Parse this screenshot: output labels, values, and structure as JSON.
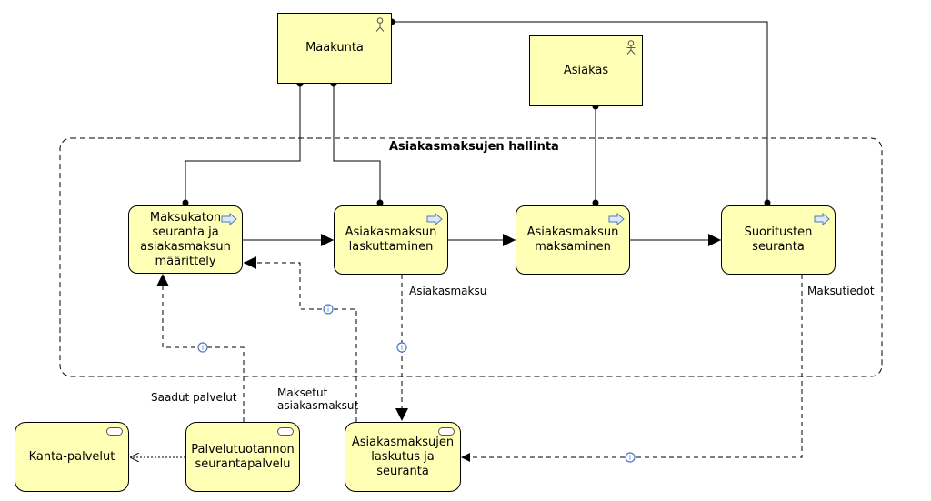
{
  "group": {
    "title": "Asiakasmaksujen hallinta"
  },
  "actors": {
    "maakunta": {
      "label": "Maakunta",
      "icon": "actor-icon"
    },
    "asiakas": {
      "label": "Asiakas",
      "icon": "actor-icon"
    }
  },
  "processes": {
    "maksukaton": {
      "label": "Maksukaton\nseuranta ja\nasiakasmaksun\nmäärittely",
      "icon": "process-arrow-icon"
    },
    "laskuttaminen": {
      "label": "Asiakasmaksun\nlaskuttaminen",
      "icon": "process-arrow-icon"
    },
    "maksaminen": {
      "label": "Asiakasmaksun\nmaksaminen",
      "icon": "process-arrow-icon"
    },
    "suoritusten": {
      "label": "Suoritusten\nseuranta",
      "icon": "process-arrow-icon"
    }
  },
  "services": {
    "kanta": {
      "label": "Kanta-palvelut",
      "icon": "service-icon"
    },
    "palvelutuotannon": {
      "label": "Palvelutuotannon\nseurantapalvelu",
      "icon": "service-icon"
    },
    "laskutus": {
      "label": "Asiakasmaksujen\nlaskutus ja\nseuranta",
      "icon": "service-icon"
    }
  },
  "flow_labels": {
    "asiakasmaksu": "Asiakasmaksu",
    "maksutiedot": "Maksutiedot",
    "saadut": "Saadut palvelut",
    "maksetut": "Maksetut\nasiakasmaksut"
  },
  "colors": {
    "element_fill": "#ffffb5",
    "line": "#000000",
    "info_icon": "#4a78c8"
  }
}
